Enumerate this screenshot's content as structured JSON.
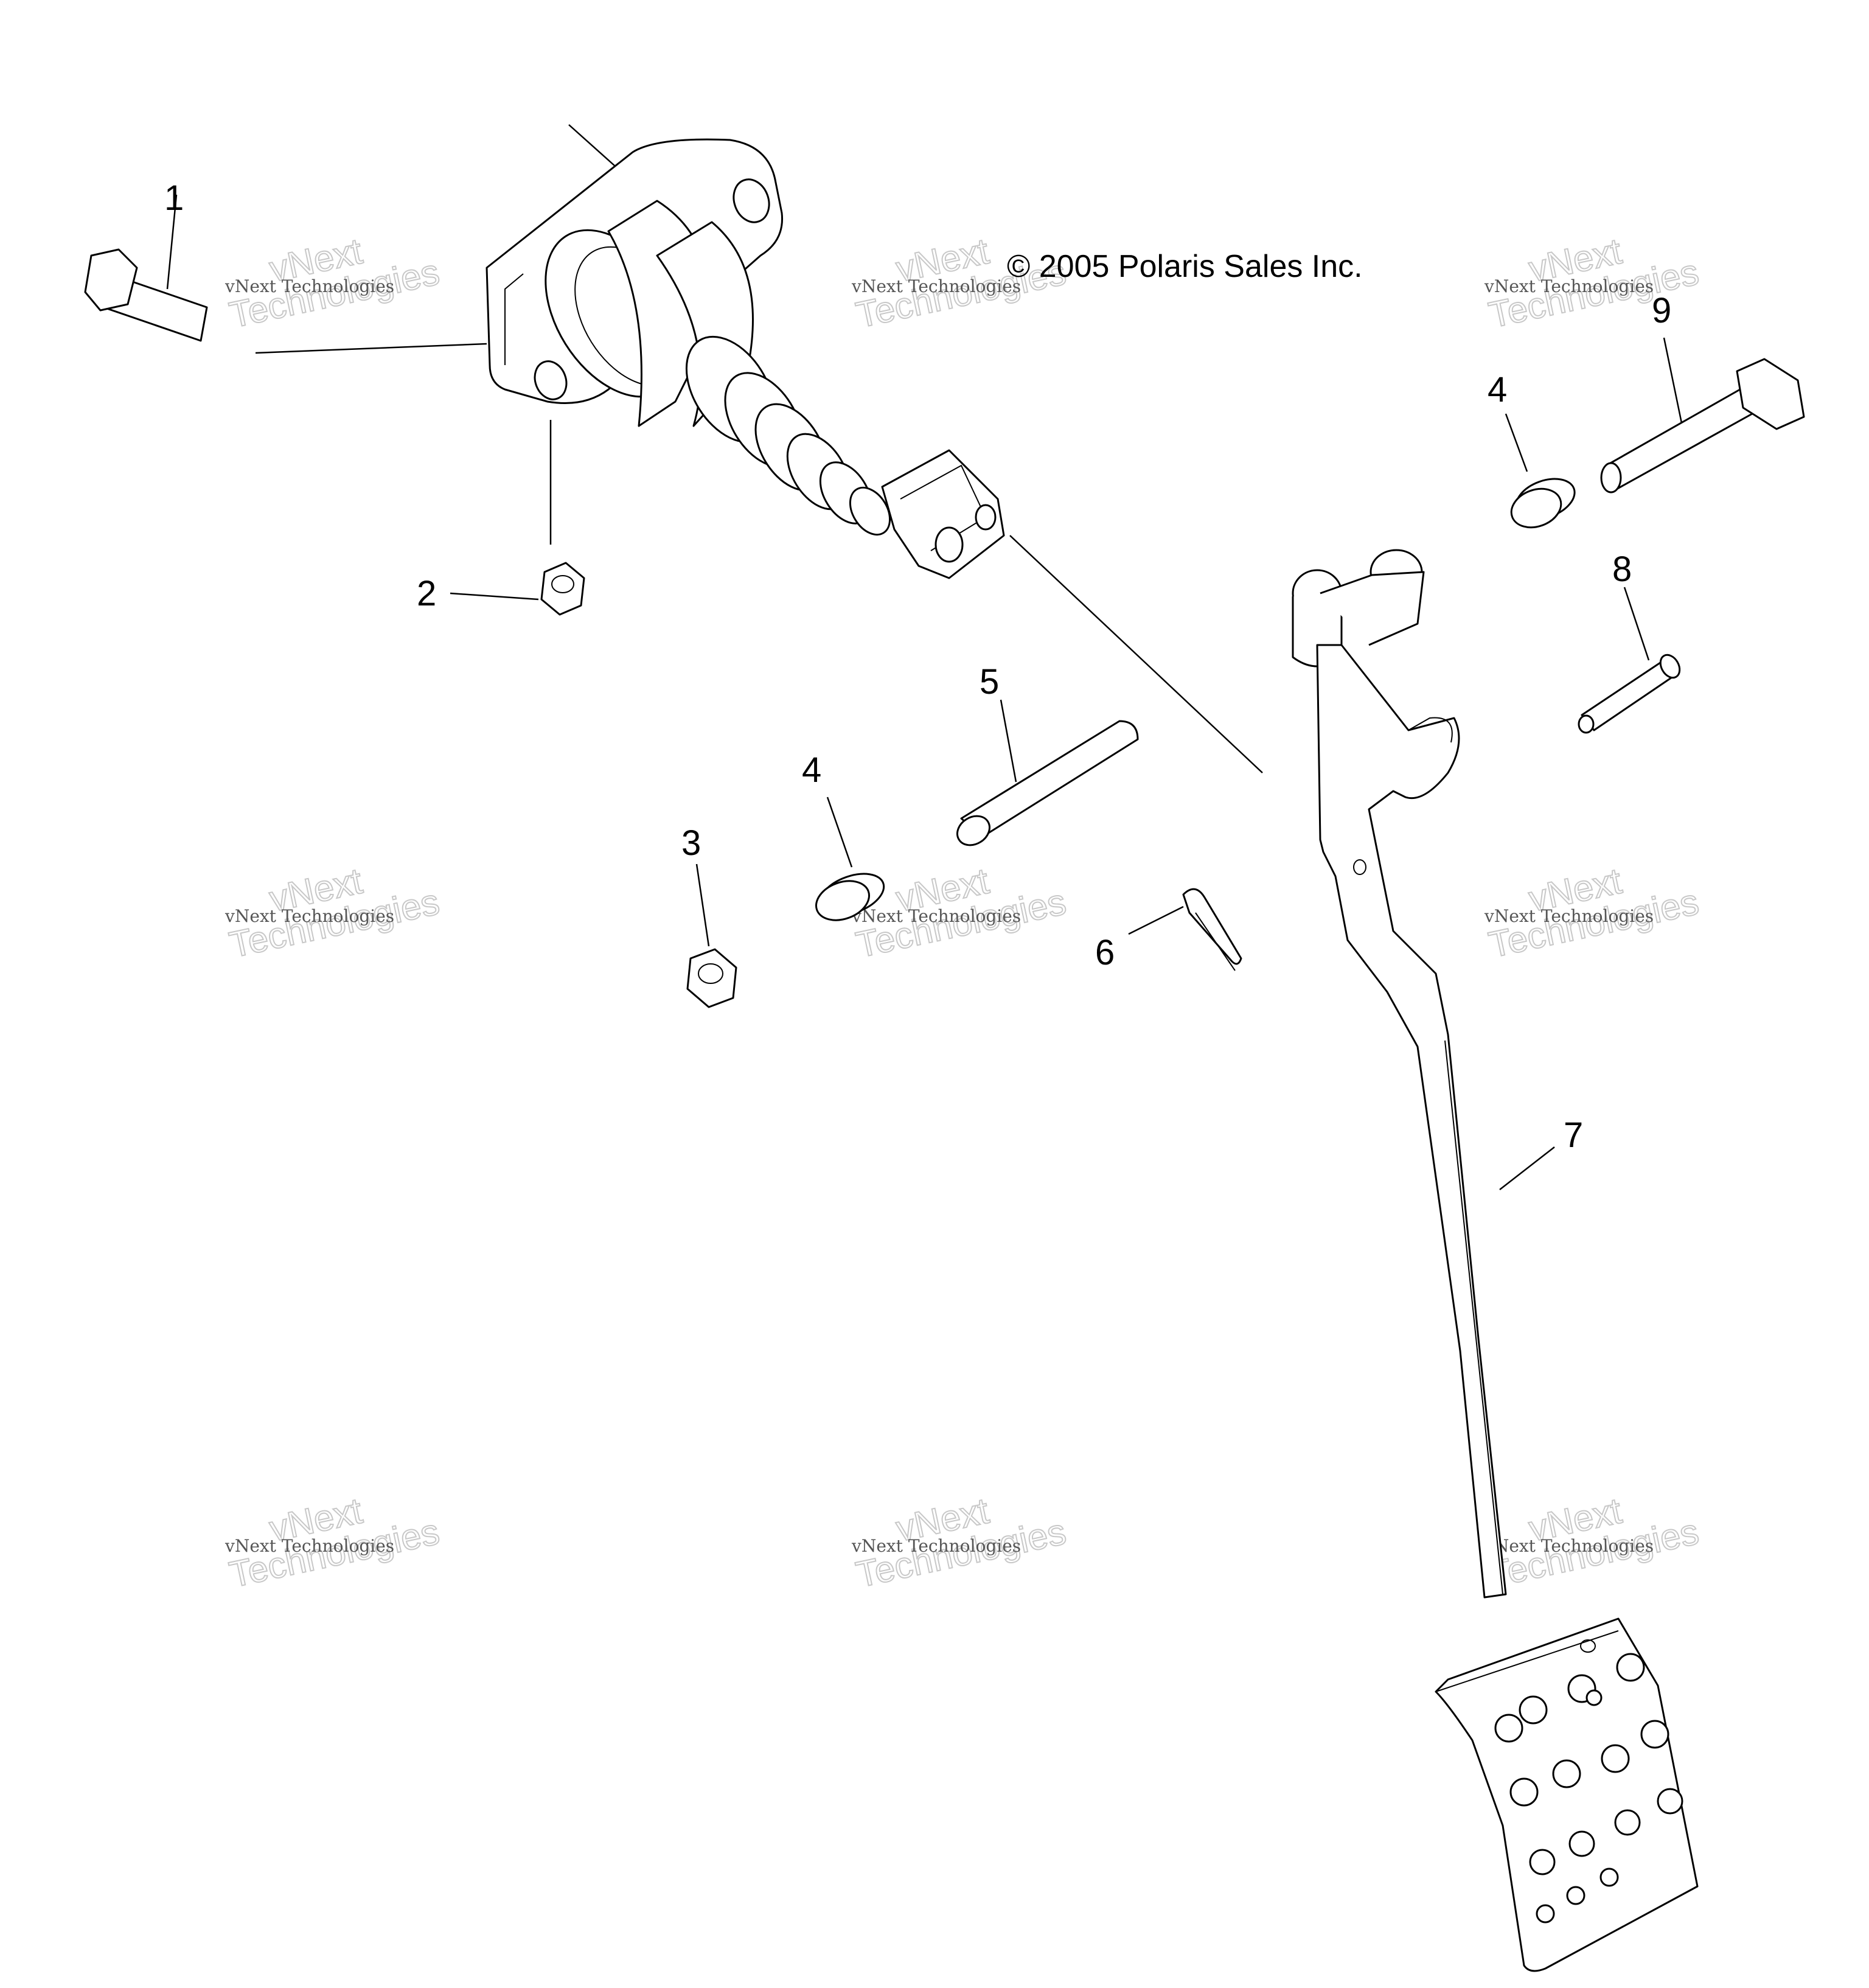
{
  "copyright": "© 2005 Polaris Sales Inc.",
  "watermark": {
    "line1": "vNext Technologies",
    "line2": "vNext",
    "line3": "Technologies"
  },
  "callouts": [
    "1",
    "2",
    "3",
    "4",
    "5",
    "6",
    "7",
    "8",
    "9",
    "4"
  ]
}
